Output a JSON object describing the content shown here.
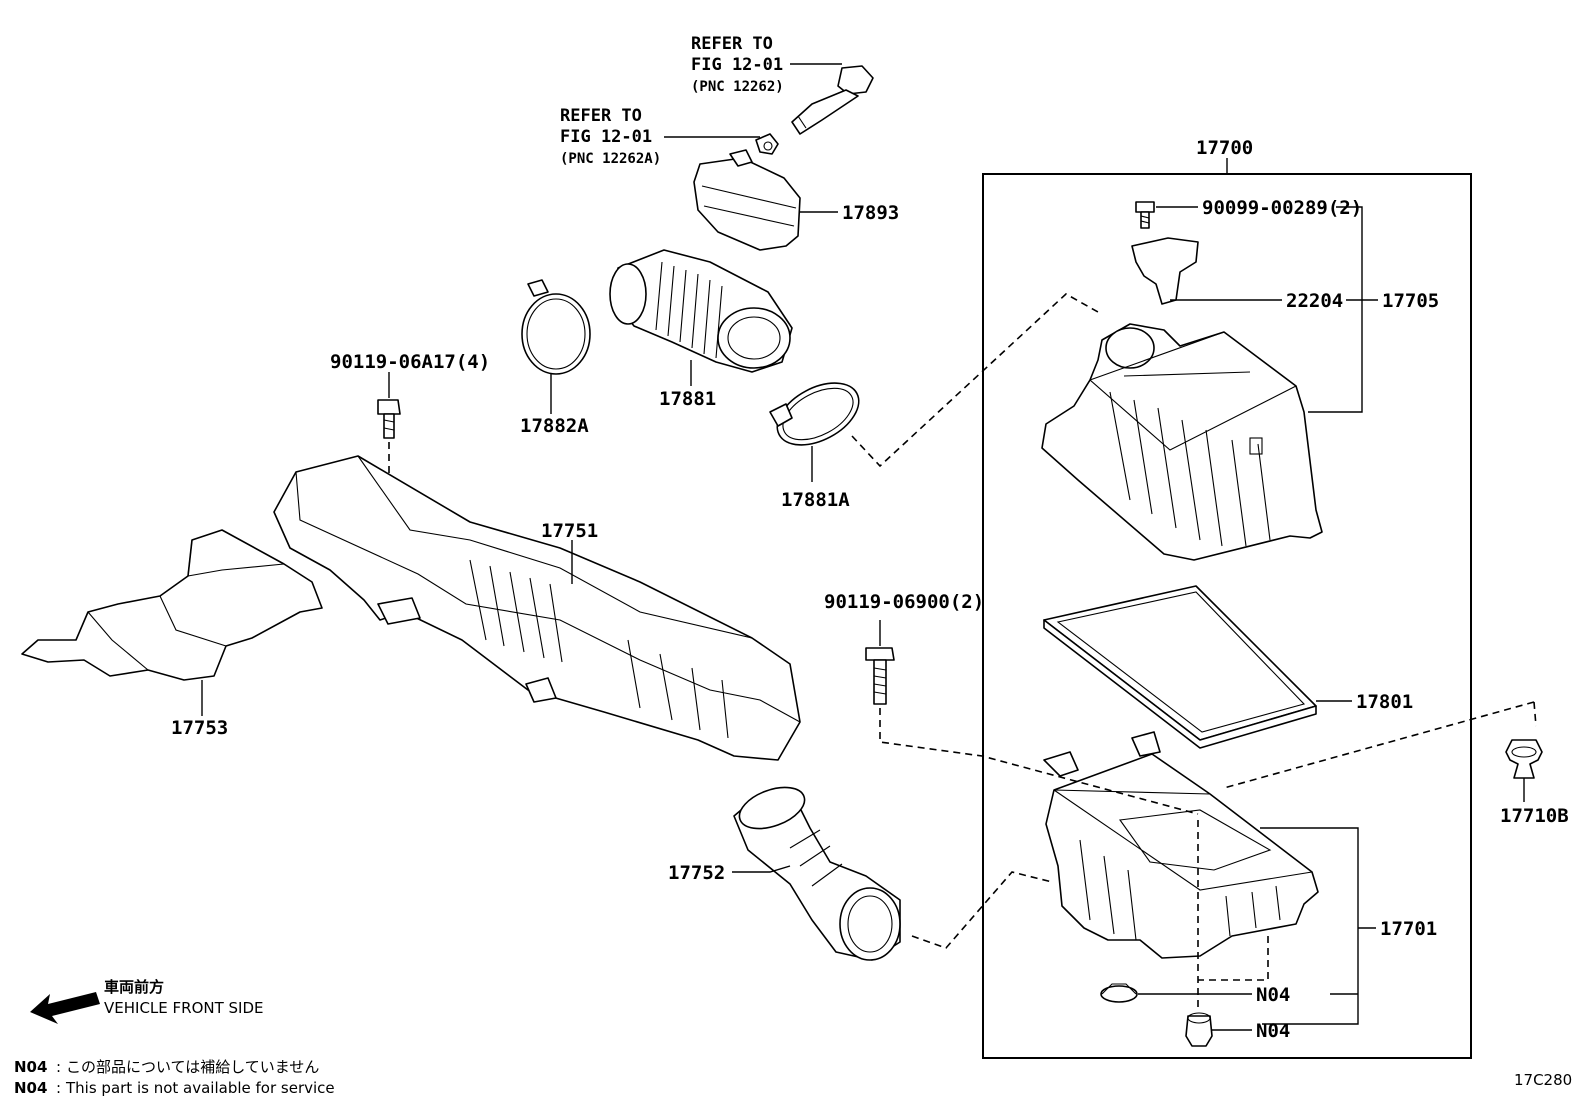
{
  "parts": {
    "p17700": "17700",
    "p90099": "90099-00289(2)",
    "p22204": "22204",
    "p17705": "17705",
    "p17893": "17893",
    "p17881": "17881",
    "p17882A": "17882A",
    "p17881A": "17881A",
    "p90119a": "90119-06A17(4)",
    "p17751": "17751",
    "p17753": "17753",
    "p90119b": "90119-06900(2)",
    "p17801": "17801",
    "p17710B": "17710B",
    "p17752": "17752",
    "p17701": "17701",
    "pN04a": "N04",
    "pN04b": "N04"
  },
  "refs": {
    "ref1": {
      "line1": "REFER TO",
      "line2": "FIG 12-01",
      "line3": "(PNC 12262)"
    },
    "ref2": {
      "line1": "REFER TO",
      "line2": "FIG 12-01",
      "line3": "(PNC 12262A)"
    }
  },
  "direction": {
    "jp": "車両前方",
    "en": "VEHICLE FRONT SIDE"
  },
  "notes": {
    "code": "N04",
    "jp": "この部品については補給していません",
    "en": "This part is not available for service"
  },
  "figure_id": "17C280"
}
